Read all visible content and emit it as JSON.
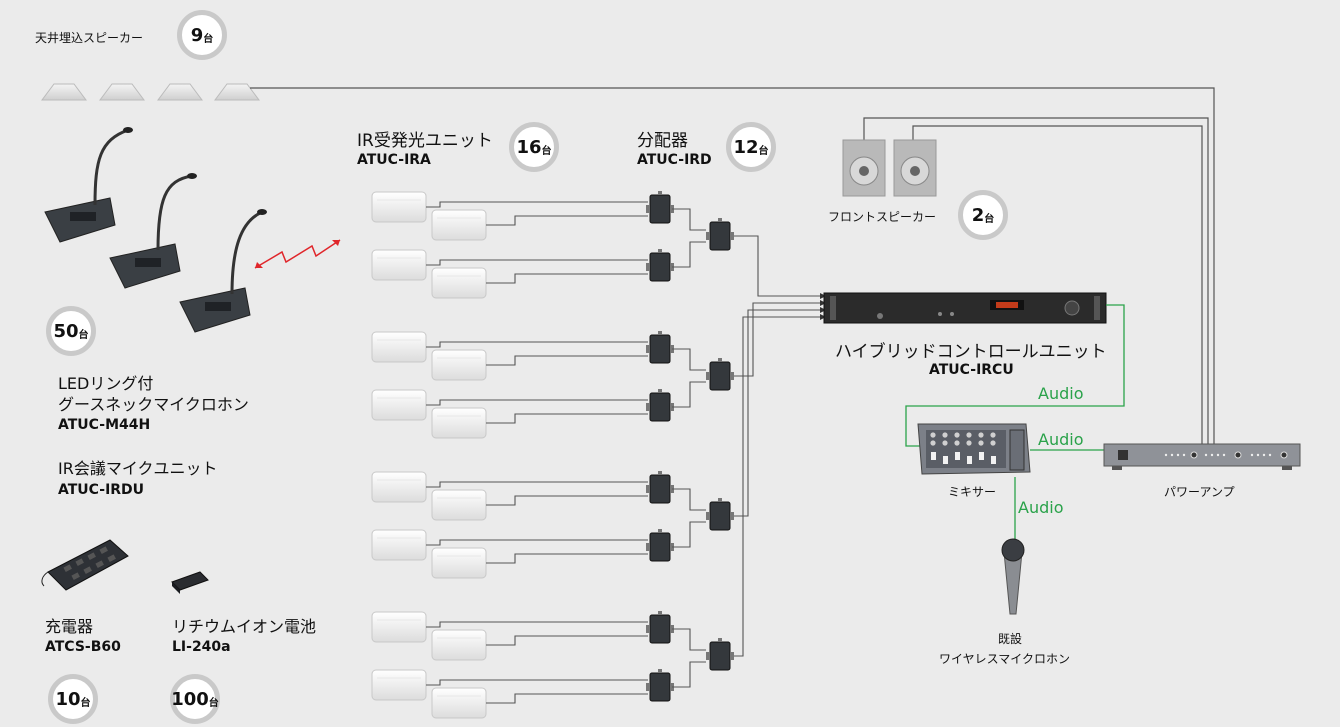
{
  "ceiling_speaker": {
    "label": "天井埋込スピーカー",
    "count": "9",
    "unit": "台"
  },
  "ir_unit": {
    "label": "IR受発光ユニット",
    "model": "ATUC-IRA",
    "count": "16",
    "unit": "台"
  },
  "distributor": {
    "label": "分配器",
    "model": "ATUC-IRD",
    "count": "12",
    "unit": "台"
  },
  "front_speaker": {
    "label": "フロントスピーカー",
    "count": "2",
    "unit": "台"
  },
  "control_unit": {
    "label": "ハイブリッドコントロールユニット",
    "model": "ATUC-IRCU"
  },
  "mic": {
    "count": "50",
    "unit": "台",
    "label_line1": "LEDリング付",
    "label_line2": "グースネックマイクロホン",
    "model": "ATUC-M44H",
    "unit_label": "IR会議マイクユニット",
    "unit_model": "ATUC-IRDU"
  },
  "charger": {
    "label": "充電器",
    "model": "ATCS-B60",
    "count": "10",
    "unit": "台"
  },
  "battery": {
    "label": "リチウムイオン電池",
    "model": "LI-240a",
    "count": "100",
    "unit": "台"
  },
  "mixer": {
    "label": "ミキサー"
  },
  "amp": {
    "label": "パワーアンプ"
  },
  "wireless_mic": {
    "label_line1": "既設",
    "label_line2": "ワイヤレスマイクロホン"
  },
  "audio_labels": {
    "a1": "Audio",
    "a2": "Audio",
    "a3": "Audio"
  },
  "colors": {
    "background": "#ebebeb",
    "audio_green": "#2aa24a",
    "badge_ring": "#c9c9c9"
  }
}
